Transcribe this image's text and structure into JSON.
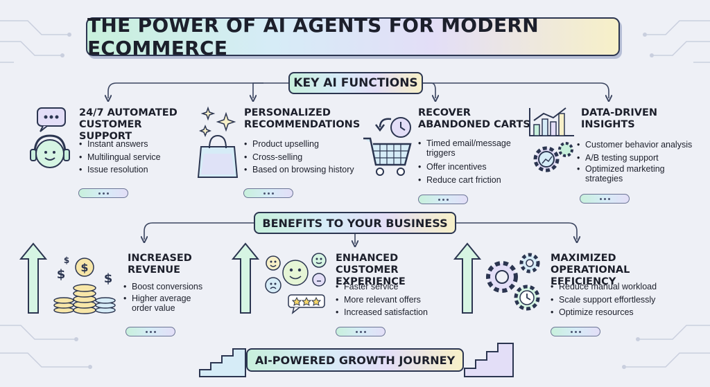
{
  "title": "THE POWER OF AI AGENTS FOR MODERN ECOMMERCE",
  "key_functions": {
    "label": "KEY AI FUNCTIONS",
    "items": [
      {
        "heading": "24/7 AUTOMATED CUSTOMER SUPPORT",
        "icon": "headset-chat-icon",
        "bullets": [
          "Instant answers",
          "Multilingual service",
          "Issue resolution"
        ]
      },
      {
        "heading": "PERSONALIZED RECOMMENDATIONS",
        "icon": "shopping-bag-sparkle-icon",
        "bullets": [
          "Product upselling",
          "Cross-selling",
          "Based on browsing history"
        ]
      },
      {
        "heading": "RECOVER ABANDONED CARTS",
        "icon": "cart-clock-icon",
        "bullets": [
          "Timed email/message triggers",
          "Offer incentives",
          "Reduce cart friction"
        ]
      },
      {
        "heading": "DATA-DRIVEN INSIGHTS",
        "icon": "chart-gears-icon",
        "bullets": [
          "Customer behavior analysis",
          "A/B testing support",
          "Optimized marketing strategies"
        ]
      }
    ]
  },
  "benefits": {
    "label": "BENEFITS TO YOUR BUSINESS",
    "items": [
      {
        "heading": "INCREASED REVENUE",
        "icon": "coins-dollar-icon",
        "bullets": [
          "Boost conversions",
          "Higher average order value"
        ]
      },
      {
        "heading": "ENHANCED CUSTOMER EXPERIENCE",
        "icon": "smiley-faces-rating-icon",
        "bullets": [
          "Faster service",
          "More relevant offers",
          "Increased satisfaction"
        ]
      },
      {
        "heading": "MAXIMIZED OPERATIONAL EFFICIENCY",
        "icon": "gears-clock-icon",
        "bullets": [
          "Reduce manual workload",
          "Scale support effortlessly",
          "Optimize resources"
        ]
      }
    ]
  },
  "journey": {
    "label": "AI-POWERED GROWTH JOURNEY"
  },
  "colors": {
    "outline": "#2b3550",
    "background": "#eef0f6",
    "accent_green": "#c8f0dc",
    "accent_blue": "#d6ecf7",
    "accent_purple": "#e3def7",
    "accent_yellow": "#f7f0c8"
  }
}
